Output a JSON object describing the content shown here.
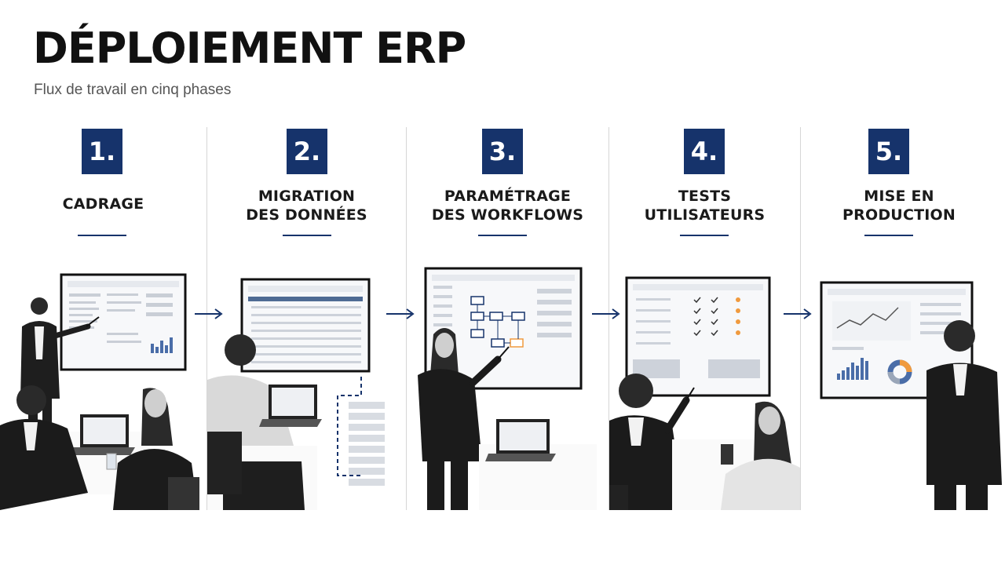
{
  "header": {
    "title": "DÉPLOIEMENT ERP",
    "subtitle": "Flux de travail en cinq phases"
  },
  "phases": [
    {
      "number": "1.",
      "title_lines": [
        "CADRAGE"
      ],
      "icon": "presentation-meeting-illustration"
    },
    {
      "number": "2.",
      "title_lines": [
        "MIGRATION",
        "DES DONNÉES"
      ],
      "icon": "data-migration-illustration"
    },
    {
      "number": "3.",
      "title_lines": [
        "PARAMÉTRAGE",
        "DES WORKFLOWS"
      ],
      "icon": "workflow-configuration-illustration"
    },
    {
      "number": "4.",
      "title_lines": [
        "TESTS",
        "UTILISATEURS"
      ],
      "icon": "user-testing-illustration"
    },
    {
      "number": "5.",
      "title_lines": [
        "MISE EN",
        "PRODUCTION"
      ],
      "icon": "go-live-dashboard-illustration"
    }
  ],
  "colors": {
    "accent": "#16336b",
    "check": "#333333",
    "warning": "#f09a3e",
    "chart_blue": "#4a6da8"
  },
  "connector_icon": "arrow-right-icon"
}
